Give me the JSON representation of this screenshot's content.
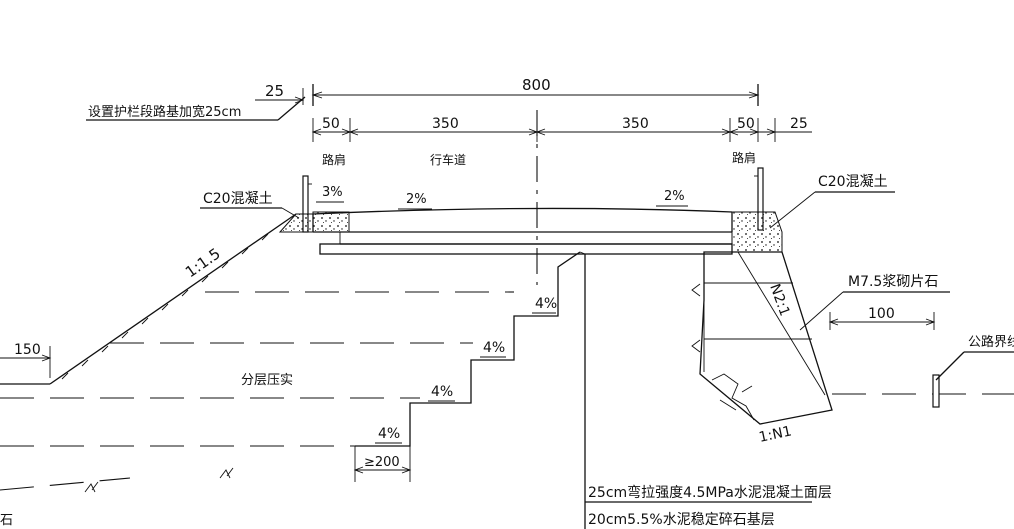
{
  "dimensions": {
    "total": "800",
    "left_widen": "25",
    "right_widen": "25",
    "shoulder_left": "50",
    "lane_left": "350",
    "lane_right": "350",
    "shoulder_right": "50",
    "wall_top": "100",
    "slope_base": "150",
    "bench_min": "≥200"
  },
  "labels": {
    "guardrail_note": "设置护栏段路基加宽25cm",
    "shoulder_left": "路肩",
    "carriageway": "行车道",
    "shoulder_right": "路肩",
    "c20_left": "C20混凝土",
    "c20_right": "C20混凝土",
    "m75": "M7.5浆砌片石",
    "boundary": "公路界线",
    "compaction": "分层压实",
    "fill_slope": "1:1.5",
    "wall_back": "N2:1",
    "wall_base": "1:N1",
    "bottom_left": "石"
  },
  "slopes": {
    "shoulder": "3%",
    "lane_left": "2%",
    "lane_right": "2%",
    "step1": "4%",
    "step2": "4%",
    "step3": "4%",
    "step4": "4%"
  },
  "pavement": {
    "layer1": "25cm弯拉强度4.5MPa水泥混凝土面层",
    "layer2": "20cm5.5%水泥稳定碎石基层"
  }
}
